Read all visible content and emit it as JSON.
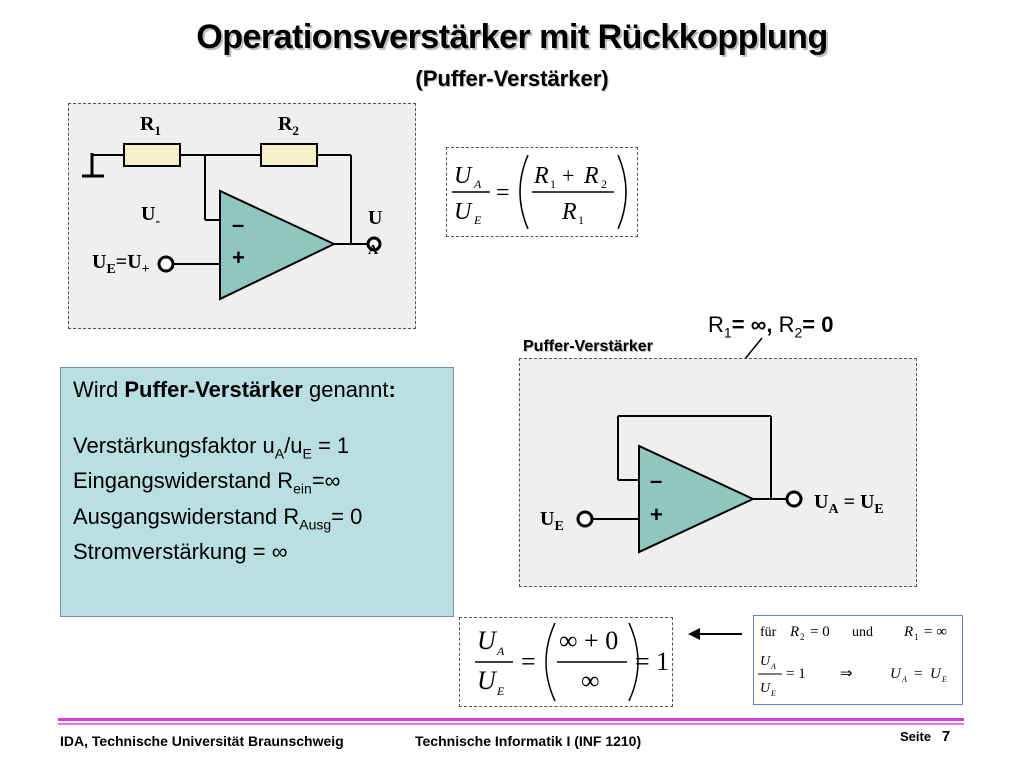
{
  "slide": {
    "title": "Operationsverstärker mit Rückkopplung",
    "subtitle": "(Puffer-Verstärker)"
  },
  "circuit_top": {
    "r1": "R",
    "r1_sub": "1",
    "r2": "R",
    "r2_sub": "2",
    "u_minus": "U",
    "u_minus_sub": "-",
    "ue": "U",
    "ue_sub": "E",
    "eq": "=U",
    "uplus_sub": "+",
    "ua": "U",
    "ua_sub": "A",
    "minus_sign": "–",
    "plus_sign": "+"
  },
  "gain_formula": {
    "lhs_num": "U",
    "lhs_num_sub": "A",
    "lhs_den": "U",
    "lhs_den_sub": "E",
    "equals": "=",
    "rhs_num_a": "R",
    "rhs_num_a_sub": "1",
    "rhs_num_op": "+",
    "rhs_num_b": "R",
    "rhs_num_b_sub": "2",
    "rhs_den": "R",
    "rhs_den_sub": "1"
  },
  "info_box": {
    "line1_pre": "Wird ",
    "line1_bold": "Puffer-Verstärker",
    "line1_post": " genannt",
    "line1_colon": ":",
    "gain_pre": "Verstärkungsfaktor u",
    "gain_sub1": "A",
    "gain_mid": "/u",
    "gain_sub2": "E",
    "gain_post": " = 1",
    "rin_pre": "Eingangswiderstand R",
    "rin_sub": "ein",
    "rin_post": "=∞",
    "rout_pre": "Ausgangswiderstand R",
    "rout_sub": "Ausg",
    "rout_post": "= 0",
    "stromv": "Stromverstärkung = ∞"
  },
  "buffer_section": {
    "label": "Puffer-Verstärker",
    "r1_text": "R",
    "r1_sub": "1",
    "r1_val": "= ∞,",
    "r2_text": "R",
    "r2_sub": "2",
    "r2_val": "= 0",
    "ue": "U",
    "ue_sub": "E",
    "ua_out": "U",
    "ua_out_sub": "A",
    "ua_eq": " = U",
    "ua_eq_sub": "E",
    "minus_sign": "–",
    "plus_sign": "+"
  },
  "buffer_formula": {
    "lhs_num": "U",
    "lhs_num_sub": "A",
    "lhs_den": "U",
    "lhs_den_sub": "E",
    "equals": "=",
    "rhs_num": "∞ + 0",
    "rhs_den": "∞",
    "result": "= 1"
  },
  "condition_box": {
    "fuer": "für",
    "r2": "R",
    "r2_sub": "2",
    "r2_eq": "= 0",
    "und": "und",
    "r1": "R",
    "r1_sub": "1",
    "r1_eq": "= ∞",
    "frac_num": "U",
    "frac_num_sub": "A",
    "frac_den": "U",
    "frac_den_sub": "E",
    "frac_eq": "= 1",
    "implies": "⇒",
    "res_lhs": "U",
    "res_lhs_sub": "A",
    "res_eq": "=",
    "res_rhs": "U",
    "res_rhs_sub": "E"
  },
  "footer": {
    "left": "IDA, Technische Universität Braunschweig",
    "center": "Technische Informatik I (INF 1210)",
    "page_label": "Seite",
    "page_number": "7"
  },
  "colors": {
    "opamp_fill": "#8fc7c0",
    "resistor_fill": "#f6f0c8",
    "info_fill": "#b9dfe3",
    "footer_line": "#d63cd6"
  }
}
